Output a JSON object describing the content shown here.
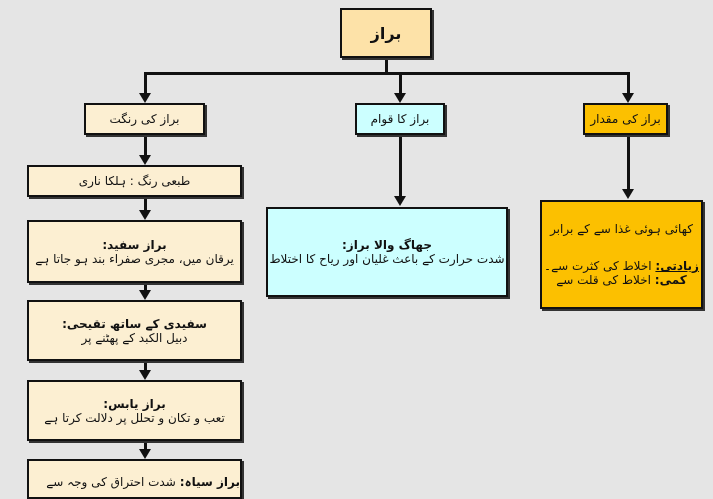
{
  "root": "براز",
  "branches": {
    "color": {
      "title": "براز کی رنگت"
    },
    "consistency": {
      "title": "براز کا قوام"
    },
    "quantity": {
      "title": "براز کی مقدار"
    }
  },
  "color_items": [
    {
      "text": "طبعی رنگ : ہلکا ناری"
    },
    {
      "heading": "براز سفید:",
      "text": "یرقان میں، مجری صفراء بند ہو جاتا ہے"
    },
    {
      "heading": "سفیدی کے ساتھ تقیحی:",
      "text": "دبیل الکبد کے پھٹنے پر"
    },
    {
      "heading": "براز یابس:",
      "text": "تعب و تکان و تحلل پر دلالت کرتا ہے"
    },
    {
      "heading": "براز سیاہ:",
      "text": "شدت احتراق کی وجہ سے"
    }
  ],
  "consistency_item": {
    "heading": "جھاگ والا براز:",
    "text": "شدت حرارت کے باعث غلیان اور ریاح کا اختلاط"
  },
  "quantity_item": {
    "line1": "کھائی ہوئی غذا سے کے برابر",
    "excess_label": "زیادتی:",
    "excess_text": "اخلاط کی کثرت سے۔",
    "deficit_label": "کمی:",
    "deficit_text": "اخلاط کی قلت سے"
  },
  "colors": {
    "cream": "#fcefd2",
    "cyan": "#ccffff",
    "orange": "#fcc000",
    "root": "#fde2a8"
  }
}
